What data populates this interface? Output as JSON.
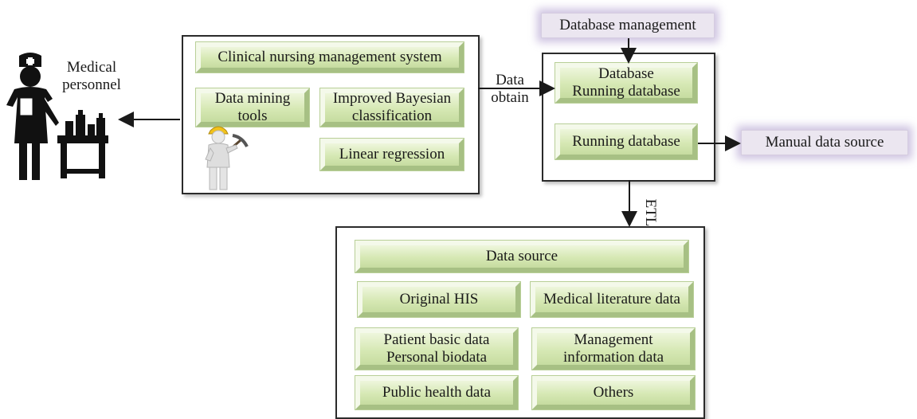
{
  "personnel": {
    "label_line1": "Medical",
    "label_line2": "personnel"
  },
  "system": {
    "title": "Clinical nursing management system",
    "tools_line1": "Data mining",
    "tools_line2": "tools",
    "bayes_line1": "Improved Bayesian",
    "bayes_line2": "classification",
    "regression": "Linear regression"
  },
  "database": {
    "management": "Database management",
    "db_line1": "Database",
    "db_line2": "Running database",
    "running": "Running database",
    "manual_source": "Manual data source"
  },
  "connectors": {
    "data_obtain_line1": "Data",
    "data_obtain_line2": "obtain",
    "etl": "ETL"
  },
  "sources": {
    "title": "Data source",
    "original_his": "Original HIS",
    "medical_literature": "Medical literature data",
    "patient_line1": "Patient basic data",
    "patient_line2": "Personal biodata",
    "management_line1": "Management",
    "management_line2": "information data",
    "public_health": "Public health data",
    "others": "Others"
  },
  "colors": {
    "box_green": "#d6e8b4",
    "highlight_purple": "#ebe6f0",
    "frame_border": "#2b2b2b"
  },
  "icons": [
    "nurse-with-cart-icon",
    "miner-with-pickaxe-icon"
  ]
}
